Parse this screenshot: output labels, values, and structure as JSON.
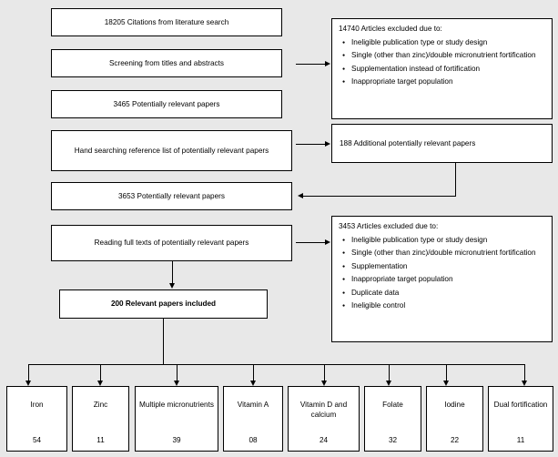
{
  "flow": {
    "left_boxes": [
      {
        "id": "citations",
        "text": "18205 Citations from literature search"
      },
      {
        "id": "screening",
        "text": "Screening from titles and abstracts"
      },
      {
        "id": "potentially-relevant-3465",
        "text": "3465 Potentially relevant papers"
      },
      {
        "id": "hand-searching",
        "text": "Hand searching reference list of potentially relevant papers"
      },
      {
        "id": "potentially-relevant-3653",
        "text": "3653 Potentially relevant papers"
      },
      {
        "id": "reading-full-texts",
        "text": "Reading full texts of potentially relevant papers"
      },
      {
        "id": "relevant-included",
        "text": "200 Relevant papers included"
      }
    ],
    "excluded_first": {
      "header": "14740 Articles excluded due to:",
      "items": [
        "Ineligible publication type or study design",
        "Single (other than zinc)/double micronutrient fortification",
        "Supplementation instead of fortification",
        "Inappropriate target population"
      ]
    },
    "additional_papers": {
      "text": "188 Additional potentially relevant papers"
    },
    "excluded_second": {
      "header": "3453 Articles excluded due to:",
      "items": [
        "Ineligible publication type or study design",
        "Single (other than zinc)/double micronutrient fortification",
        "Supplementation",
        "Inappropriate target population",
        "Duplicate data",
        "Ineligible control"
      ]
    },
    "categories": [
      {
        "label": "Iron",
        "count": "54"
      },
      {
        "label": "Zinc",
        "count": "11"
      },
      {
        "label": "Multiple micronutrients",
        "count": "39"
      },
      {
        "label": "Vitamin A",
        "count": "08"
      },
      {
        "label": "Vitamin D and calcium",
        "count": "24"
      },
      {
        "label": "Folate",
        "count": "32"
      },
      {
        "label": "Iodine",
        "count": "22"
      },
      {
        "label": "Dual fortification",
        "count": "11"
      }
    ]
  }
}
